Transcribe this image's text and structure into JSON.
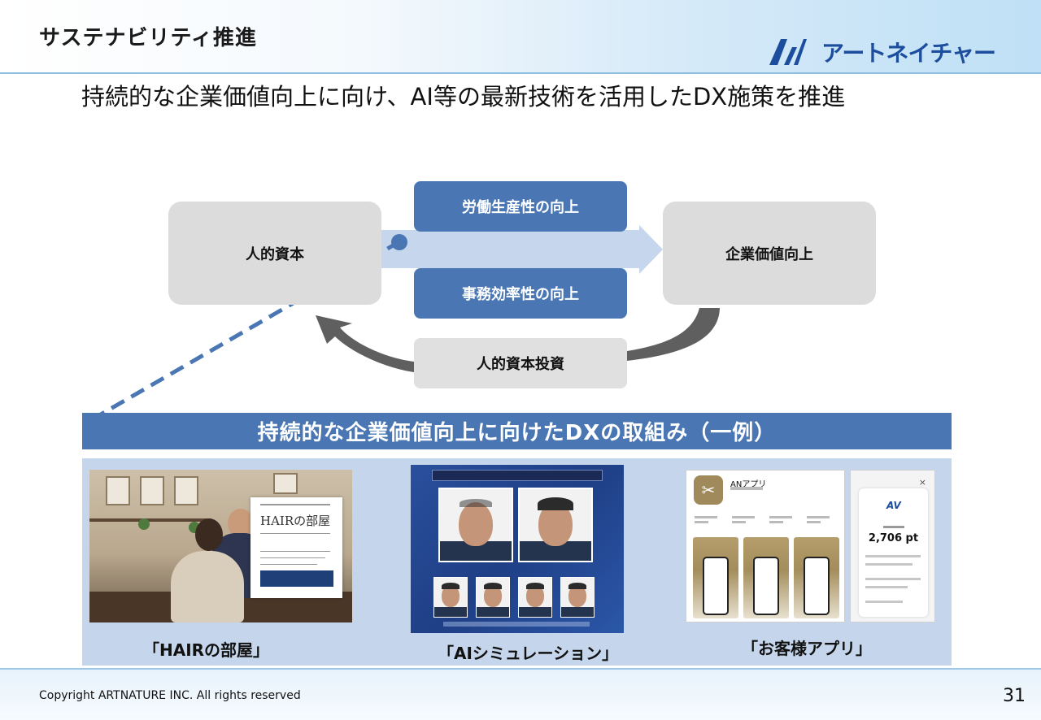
{
  "header": {
    "title": "サステナビリティ推進",
    "logo_text": "アートネイチャー",
    "brand_color": "#1d4e9e"
  },
  "subtitle": "持続的な企業価値向上に向け、AI等の最新技術を活用したDX施策を推進",
  "diagram": {
    "left_box": "人的資本",
    "right_box": "企業価値向上",
    "top_box": "労働生産性の向上",
    "middle_box": "事務効率性の向上",
    "bottom_box": "人的資本投資",
    "accent_color": "#4a77b4"
  },
  "banner": "持続的な企業価値向上に向けたDXの取組み（一例）",
  "examples": [
    {
      "caption": "「HAIRの部屋」",
      "screen_title": "HAIRの部屋"
    },
    {
      "caption": "「AIシミュレーション」"
    },
    {
      "caption": "「お客様アプリ」",
      "app_name": "ANアプリ",
      "points": "2,706 pt",
      "logo": "AV"
    }
  ],
  "footer": {
    "copyright": "Copyright ARTNATURE INC. All rights reserved",
    "page_number": "31"
  }
}
